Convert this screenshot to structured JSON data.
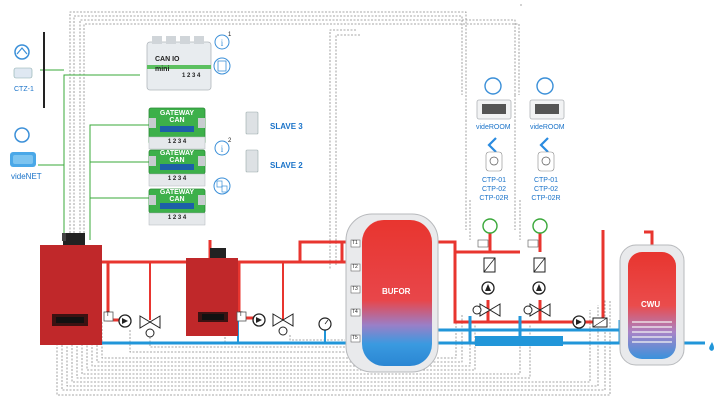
{
  "labels": {
    "ctz": "CTZ-1",
    "videnet": "videNET",
    "can_module_line1": "CAN IO",
    "can_module_line2": "mini",
    "can_terminals": "1 2 3 4",
    "gateway_line1": "GATEWAY",
    "gateway_line2": "CAN",
    "gateway_terminals": "1 2 3 4",
    "slave3": "SLAVE 3",
    "slave2": "SLAVE 2",
    "info1_sup": "1",
    "info2_sup": "2",
    "videroom1": "videROOM",
    "videroom2": "videROOM",
    "ctp_lines": [
      "CTP-01",
      "CTP-02",
      "CTP-02R"
    ],
    "bufor": "BUFOR",
    "cwu": "CWU",
    "tank_sensors": [
      "T1",
      "T2",
      "T3",
      "T4",
      "T5"
    ],
    "sensor_t": "T"
  },
  "colors": {
    "hot_pipe": "#e8352f",
    "cold_pipe": "#2196d9",
    "boiler": "#c0282a",
    "signal_green": "#3aa83a",
    "label_blue": "#1a73c9",
    "gateway_green": "#3db04a"
  }
}
